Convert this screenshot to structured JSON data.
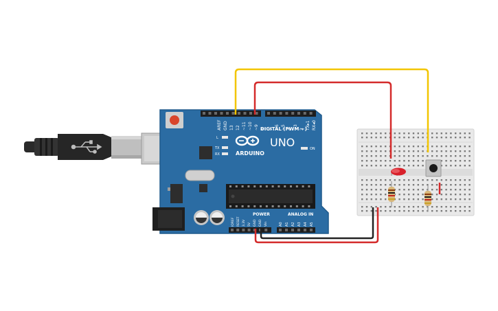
{
  "board": {
    "brand": "ARDUINO",
    "model": "UNO",
    "digital_header_label": "DIGITAL (PWM ~)",
    "power_label": "POWER",
    "analog_label": "ANALOG IN",
    "on_led_label": "ON",
    "l_led_label": "L",
    "tx_label": "TX",
    "rx_label": "RX",
    "aref_label": "AREF",
    "gnd_label": "GND",
    "pin_13": "13",
    "pin_12": "12",
    "pin_11": "~11",
    "pin_10": "~10",
    "pin_9": "~9",
    "pin_8": "8",
    "pin_7": "7",
    "pin_6": "~6",
    "pin_5": "~5",
    "pin_4": "4",
    "pin_3": "~3",
    "pin_2": "2",
    "pin_1": "TX▸1",
    "pin_0": "RX◂0",
    "pwr_ioref": "IOREF",
    "pwr_reset": "RESET",
    "pwr_3v3": "3.3V",
    "pwr_5v": "5V",
    "pwr_gnd1": "GND",
    "pwr_gnd2": "GND",
    "pwr_vin": "Vin",
    "a0": "A0",
    "a1": "A1",
    "a2": "A2",
    "a3": "A3",
    "a4": "A4",
    "a5": "A5"
  },
  "colors": {
    "board": "#2b6ca3",
    "board_edge": "#1f5a8c",
    "wire_yellow": "#f2c500",
    "wire_red": "#d42a2a",
    "wire_black": "#222222",
    "breadboard": "#e9e9e9",
    "led_red": "#d8202a"
  }
}
